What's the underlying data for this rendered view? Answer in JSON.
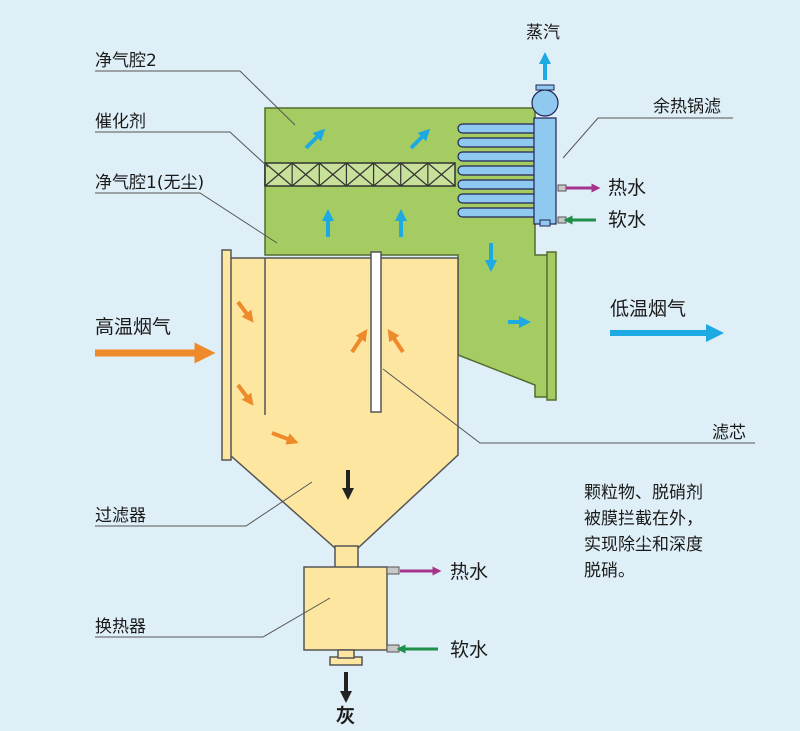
{
  "labels": {
    "clean_chamber_2": "净气腔2",
    "catalyst": "催化剂",
    "clean_chamber_1": "净气腔1(无尘)",
    "high_temp_flue_gas": "高温烟气",
    "steam": "蒸汽",
    "waste_heat_boiler": "余热锅滤",
    "hot_water_top": "热水",
    "soft_water_top": "软水",
    "low_temp_flue_gas": "低温烟气",
    "filter_core": "滤芯",
    "filter_unit": "过滤器",
    "heat_exchanger": "换热器",
    "hot_water_bottom": "热水",
    "soft_water_bottom": "软水",
    "ash": "灰"
  },
  "note_lines": [
    "颗粒物、脱硝剂",
    "被膜拦截在外，",
    "实现除尘和深度",
    "脱硝。"
  ],
  "colors": {
    "background": "#dfeff8",
    "green_chamber": "#a5cc62",
    "yellow_vessel": "#fde7a0",
    "boiler_blue": "#8fc9ef",
    "blue_arrow": "#1da9e1",
    "orange_arrow": "#ef8a2a",
    "purple_arrow": "#a5358b",
    "green_arrow": "#1f8f4a"
  }
}
